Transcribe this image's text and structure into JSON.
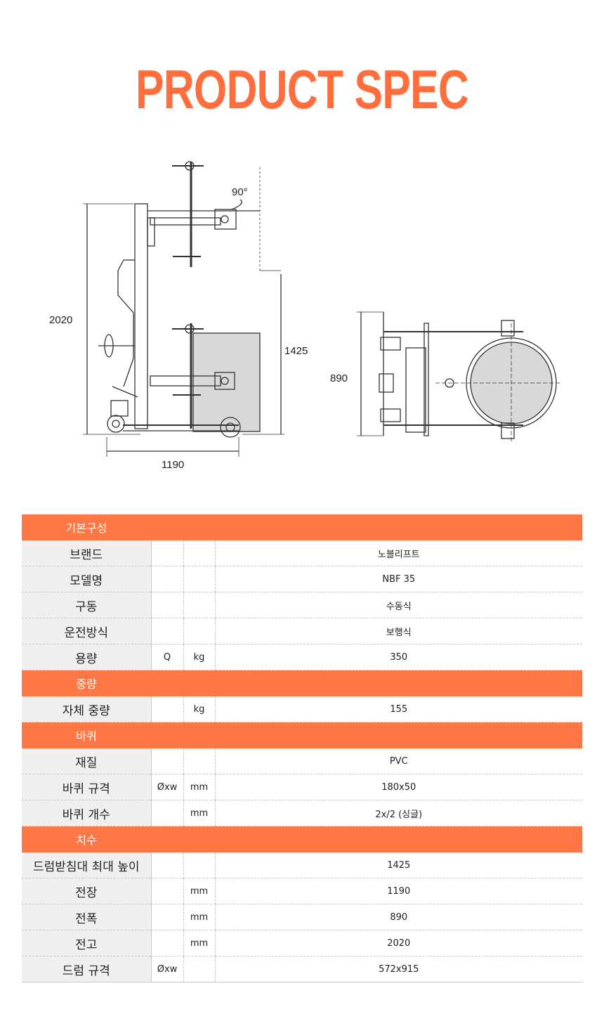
{
  "title": "PRODUCT SPEC",
  "drawing": {
    "dims": {
      "height_total": "2020",
      "drum_height": "1425",
      "length": "1190",
      "width": "890",
      "angle": "90°"
    }
  },
  "spec": [
    {
      "type": "section",
      "label": "기본구성"
    },
    {
      "type": "row",
      "label": "브랜드",
      "sym": "",
      "unit": "",
      "value": "노블리프트"
    },
    {
      "type": "row",
      "label": "모델명",
      "sym": "",
      "unit": "",
      "value": "NBF 35"
    },
    {
      "type": "row",
      "label": "구동",
      "sym": "",
      "unit": "",
      "value": "수동식"
    },
    {
      "type": "row",
      "label": "운전방식",
      "sym": "",
      "unit": "",
      "value": "보행식"
    },
    {
      "type": "row",
      "label": "용량",
      "sym": "Q",
      "unit": "kg",
      "value": "350"
    },
    {
      "type": "section",
      "label": "중량"
    },
    {
      "type": "row",
      "label": "자체 중량",
      "sym": "",
      "unit": "kg",
      "value": "155"
    },
    {
      "type": "section",
      "label": "바퀴"
    },
    {
      "type": "row",
      "label": "재질",
      "sym": "",
      "unit": "",
      "value": "PVC"
    },
    {
      "type": "row",
      "label": "바퀴 규격",
      "sym": "Øxw",
      "unit": "mm",
      "value": "180x50"
    },
    {
      "type": "row",
      "label": "바퀴 개수",
      "sym": "",
      "unit": "mm",
      "value": "2x/2 (싱글)"
    },
    {
      "type": "section",
      "label": "치수"
    },
    {
      "type": "row",
      "label": "드럼받침대 최대 높이",
      "sym": "",
      "unit": "",
      "value": "1425"
    },
    {
      "type": "row",
      "label": "전장",
      "sym": "",
      "unit": "mm",
      "value": "1190"
    },
    {
      "type": "row",
      "label": "전폭",
      "sym": "",
      "unit": "mm",
      "value": "890"
    },
    {
      "type": "row",
      "label": "전고",
      "sym": "",
      "unit": "mm",
      "value": "2020"
    },
    {
      "type": "row",
      "label": "드럼 규격",
      "sym": "Øxw",
      "unit": "",
      "value": "572x915"
    }
  ],
  "colors": {
    "accent": "#ff6e3c",
    "section_bg": "#ff7744",
    "label_bg": "#efefef"
  }
}
